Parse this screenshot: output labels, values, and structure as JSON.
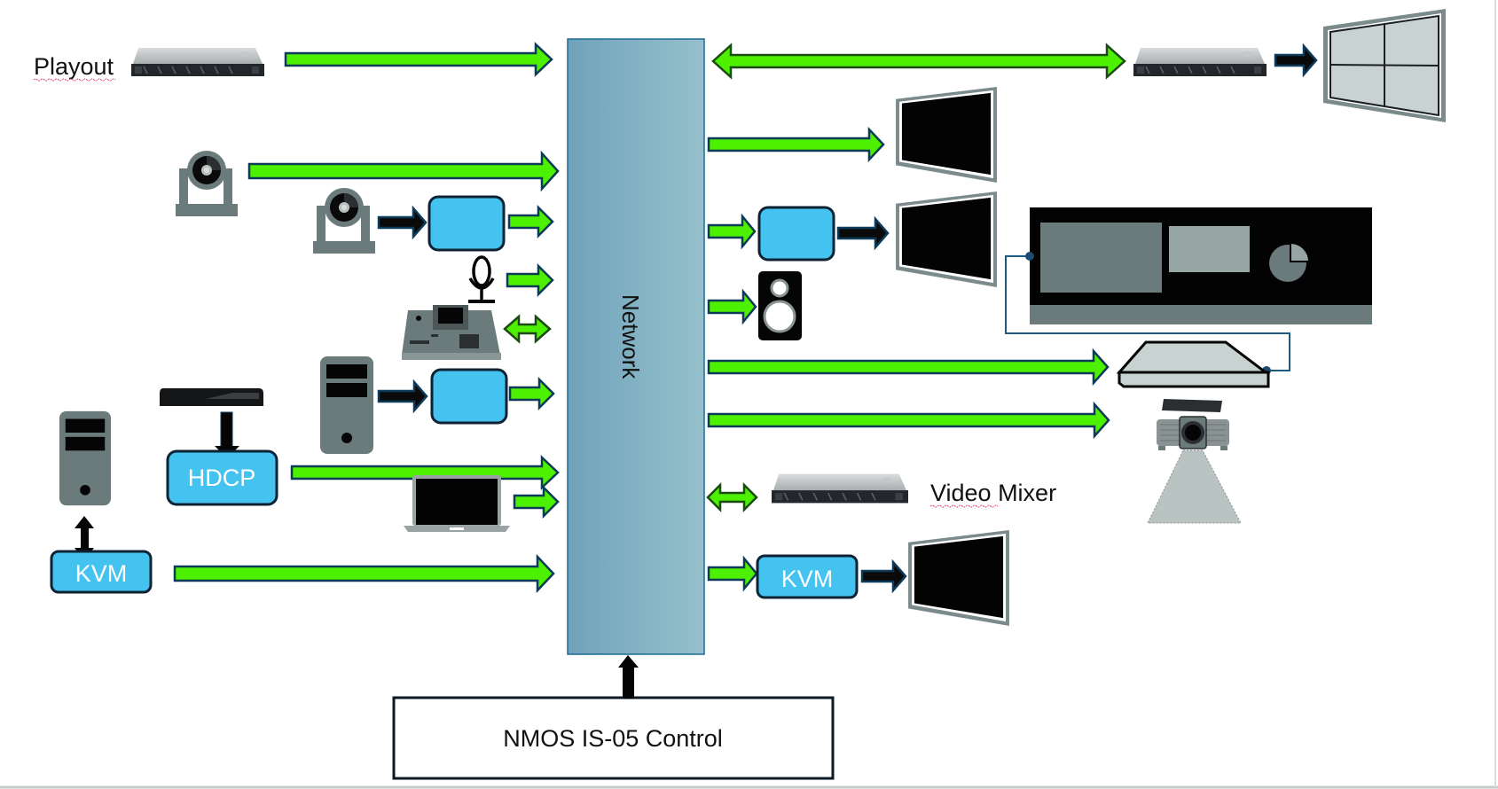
{
  "labels": {
    "playout": "Playout",
    "network": "Network",
    "video_mixer": "Video Mixer",
    "hdcp": "HDCP",
    "kvm_left": "KVM",
    "kvm_right": "KVM",
    "control": "NMOS IS-05 Control"
  },
  "colors": {
    "green_arrow": "#4cf000",
    "arrow_outline": "#0e3a5a",
    "black_arrow": "#0a0a0a",
    "processor_box": "#45c3f0",
    "network_left": "#6fa3bb",
    "network_right": "#93bfcb",
    "device_gray": "#6b7a7b",
    "screen_frame": "#7b8a8b",
    "wall_panel": "#c8d3d1"
  },
  "devices": {
    "left": [
      "playout-server",
      "ptz-camera-1",
      "ptz-camera-2",
      "microphone",
      "control-console",
      "pc-tower-1",
      "bluray-player",
      "laptop",
      "pc-tower-2"
    ],
    "right": [
      "multiviewer-server",
      "video-wall",
      "monitor-1",
      "monitor-2",
      "speaker",
      "dashboard-display",
      "encoder-server",
      "projector",
      "video-mixer-server",
      "monitor-3"
    ]
  }
}
